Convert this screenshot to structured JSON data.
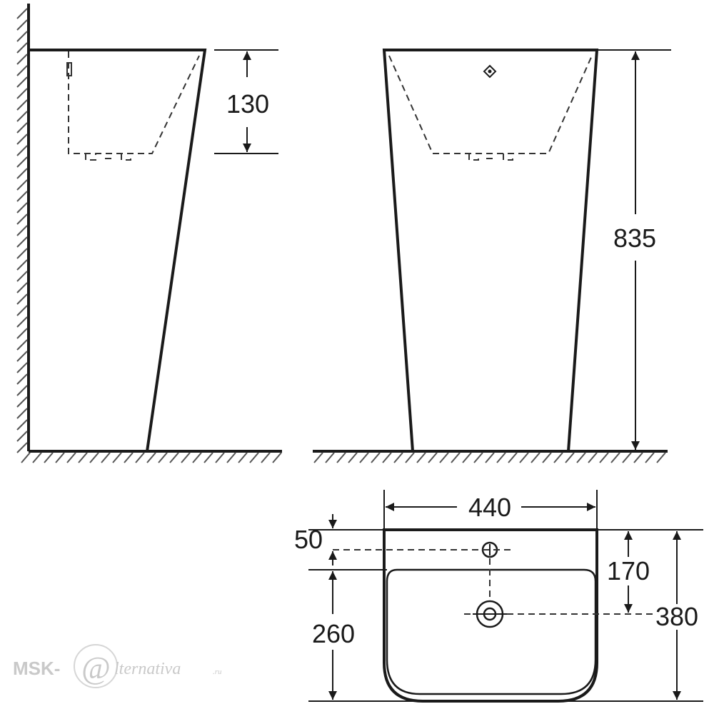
{
  "dimensions": {
    "basin_depth": "130",
    "total_height": "835",
    "width": "440",
    "tap_hole_offset": "50",
    "drain_offset": "170",
    "depth": "380",
    "bowl_depth": "260"
  },
  "watermark": {
    "prefix": "MSK-",
    "at_symbol": "@",
    "suffix": "lternativa",
    "domain": ".ru"
  }
}
